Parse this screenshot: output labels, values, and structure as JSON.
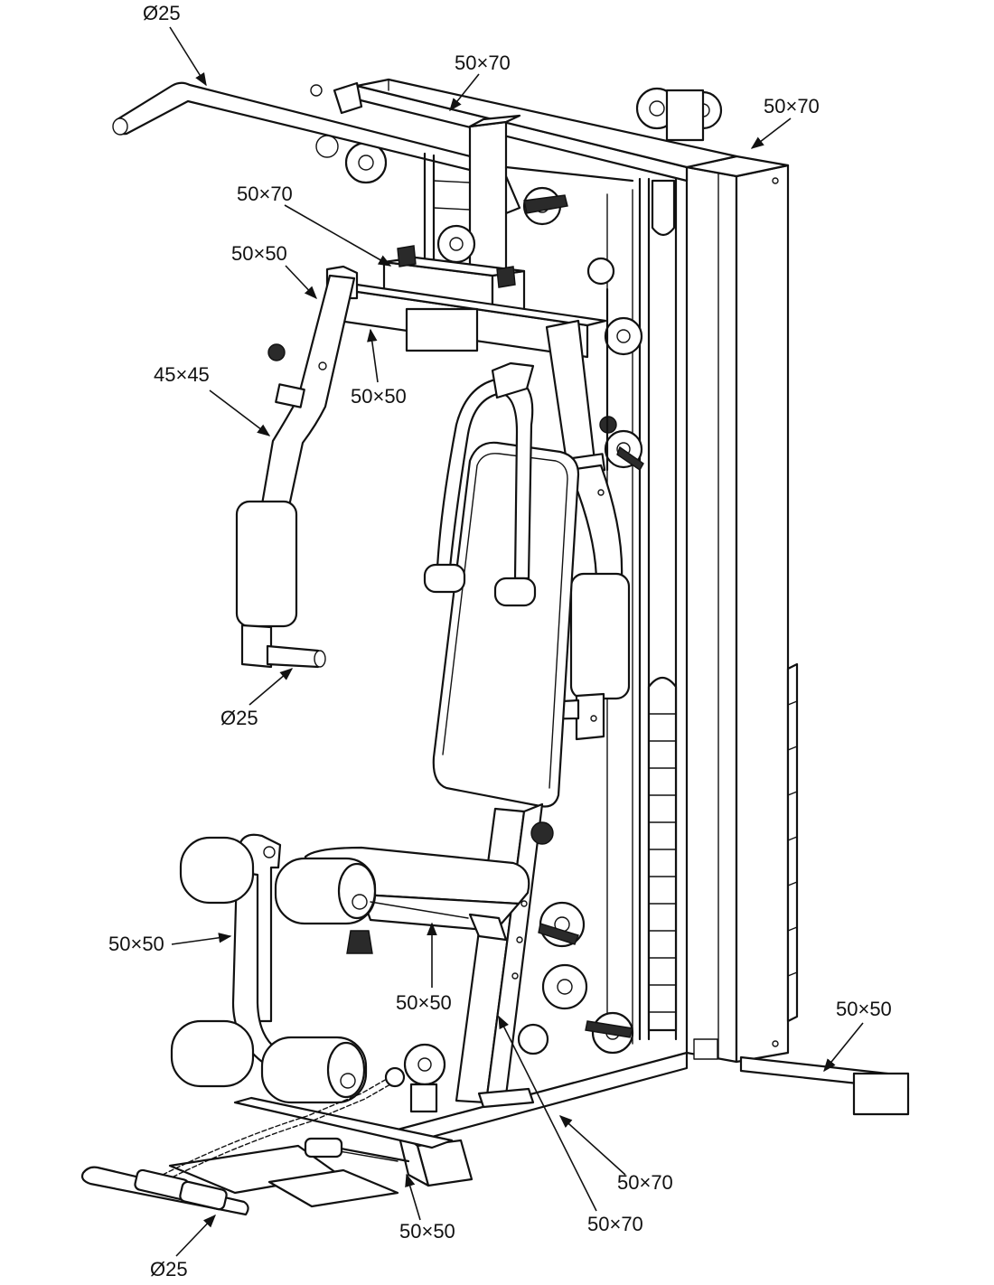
{
  "labels": {
    "top_left_bar": "Ø25",
    "top_beam": "50×70",
    "upright_top": "50×70",
    "press_box": "50×70",
    "press_arm_top": "50×50",
    "press_crossbar": "50×50",
    "press_arm_left": "45×45",
    "press_handle": "Ø25",
    "leg_frame": "50×50",
    "seat_support": "50×50",
    "base_right": "50×50",
    "base_beam": "50×70",
    "seat_column": "50×70",
    "front_foot": "50×50",
    "front_bar": "Ø25"
  }
}
